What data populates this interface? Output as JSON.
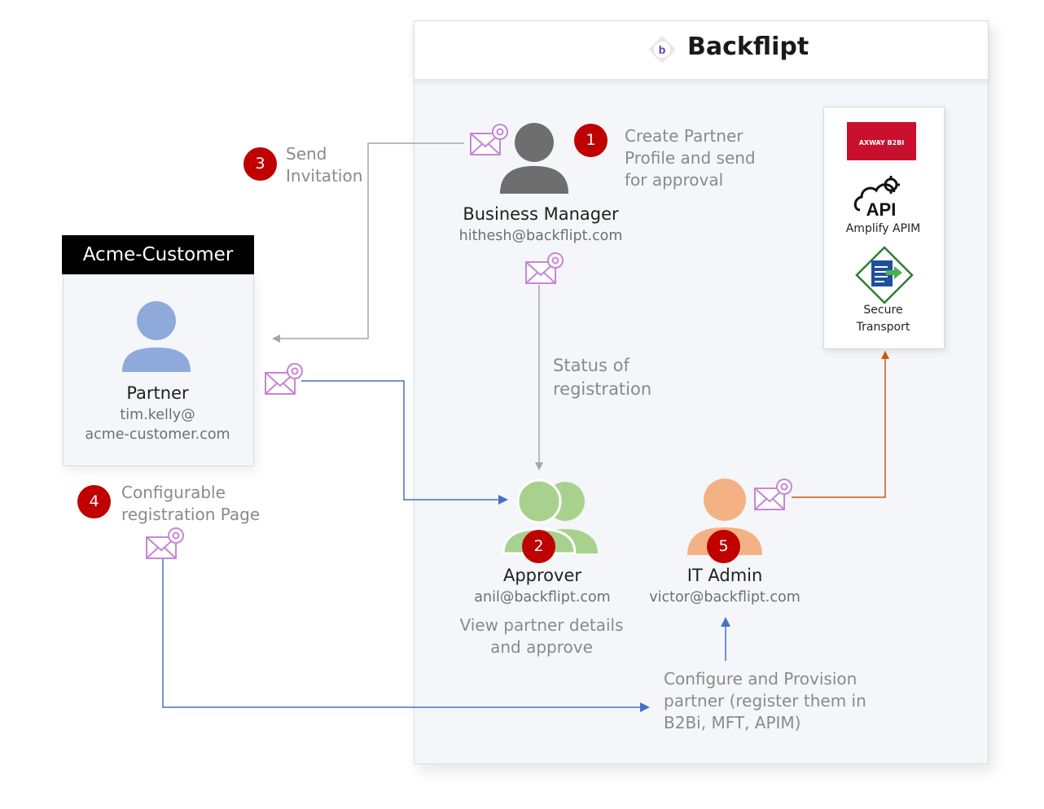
{
  "brand": {
    "name": "Backflipt"
  },
  "customer": {
    "title": "Acme-Customer"
  },
  "partner": {
    "name": "Partner",
    "email_line1": "tim.kelly@",
    "email_line2": "acme-customer.com"
  },
  "business_manager": {
    "name": "Business Manager",
    "email": "hithesh@backflipt.com"
  },
  "approver": {
    "name": "Approver",
    "email": "anil@backflipt.com",
    "note_line1": "View partner details",
    "note_line2": "and approve"
  },
  "it_admin": {
    "name": "IT Admin",
    "email": "victor@backflipt.com"
  },
  "steps": [
    {
      "number": "1",
      "lines": [
        "Create Partner",
        "Profile and send",
        "for approval"
      ]
    },
    {
      "number": "2"
    },
    {
      "number": "3",
      "lines": [
        "Send",
        "Invitation"
      ]
    },
    {
      "number": "4",
      "lines": [
        "Configurable",
        "registration Page"
      ]
    },
    {
      "number": "5"
    }
  ],
  "status_label": {
    "lines": [
      "Status of",
      "registration"
    ]
  },
  "provision_label": {
    "lines": [
      "Configure and Provision",
      "partner (register them in",
      "B2Bi, MFT, APIM)"
    ]
  },
  "tools": {
    "axway_label": "AXWAY B2BI",
    "api_text": "API",
    "api_label": "Amplify APIM",
    "secure_line1": "Secure",
    "secure_line2": "Transport"
  },
  "colors": {
    "badge": "#c00000",
    "bm_person": "#6e6e6e",
    "partner_person": "#8eaadb",
    "approver_person": "#a9d18e",
    "itadmin_person": "#f4b183",
    "arrow_gray": "#a6a6a6",
    "arrow_blue": "#4472c4",
    "arrow_orange": "#c55a11",
    "envelope": "#c785d6"
  },
  "icons": [
    "mail-icon",
    "user-icon",
    "backflipt-logo-icon",
    "api-cloud-icon",
    "secure-transport-icon"
  ]
}
